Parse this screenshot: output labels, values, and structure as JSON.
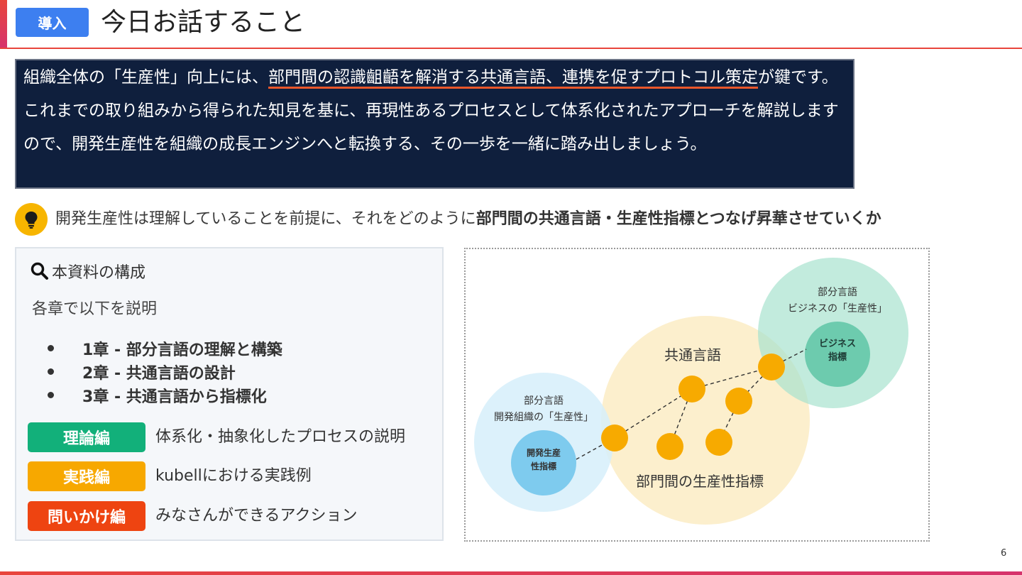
{
  "header": {
    "section_badge": "導入",
    "title": "今日お話すること"
  },
  "summary": {
    "lead": "組織全体の「生産性」向上には、",
    "highlight": "部門間の認識齟齬を解消する共通言語、連携を促すプロトコル策定",
    "rest": "が鍵です。これまでの取り組みから得られた知見を基に、再現性あるプロセスとして体系化されたアプローチを解説しますので、開発生産性を組織の成長エンジンへと転換する、その一歩を一緒に踏み出しましょう。"
  },
  "tip": {
    "icon": "lightbulb-icon",
    "text": "開発生産性は理解していることを前提に、それをどのように",
    "bold": "部門間の共通言語・生産性指標とつなげ昇華させていくか"
  },
  "structure": {
    "title": "本資料の構成",
    "icon": "search-icon",
    "subtitle": "各章で以下を説明",
    "chapters": [
      "1章 - 部分言語の理解と構築",
      "2章 - 共通言語の設計",
      "3章 - 共通言語から指標化"
    ],
    "parts": [
      {
        "label": "理論編",
        "desc": "体系化・抽象化したプロセスの説明",
        "color": "#12b07a"
      },
      {
        "label": "実践編",
        "desc": "kubellにおける実践例",
        "color": "#f7a800"
      },
      {
        "label": "問いかけ編",
        "desc": "みなさんができるアクション",
        "color": "#ee4411"
      }
    ]
  },
  "diagram": {
    "left_label_1": "部分言語",
    "left_label_2": "開発組織の「生産性」",
    "left_inner_1": "開発生産",
    "left_inner_2": "性指標",
    "center_label": "共通言語",
    "center_bottom_label": "部門間の生産性指標",
    "right_label_1": "部分言語",
    "right_label_2": "ビジネスの「生産性」",
    "right_inner_1": "ビジネス",
    "right_inner_2": "指標",
    "colors": {
      "left_circle": "#d6eefa",
      "left_inner": "#7ecbee",
      "center_circle": "#fcecc4",
      "right_circle": "#a8e2cf",
      "right_inner": "#6dcbae",
      "node": "#f7aa00"
    }
  },
  "footer": {
    "page_number": "6"
  }
}
